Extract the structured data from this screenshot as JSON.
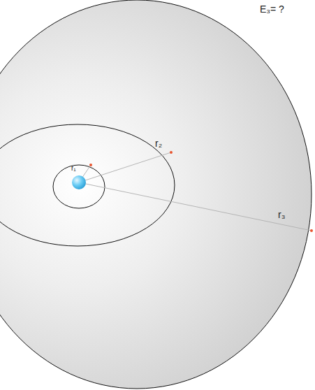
{
  "diagram": {
    "labels": [
      "E₃= ?",
      "r₁",
      "r₂",
      "r₃"
    ]
  }
}
